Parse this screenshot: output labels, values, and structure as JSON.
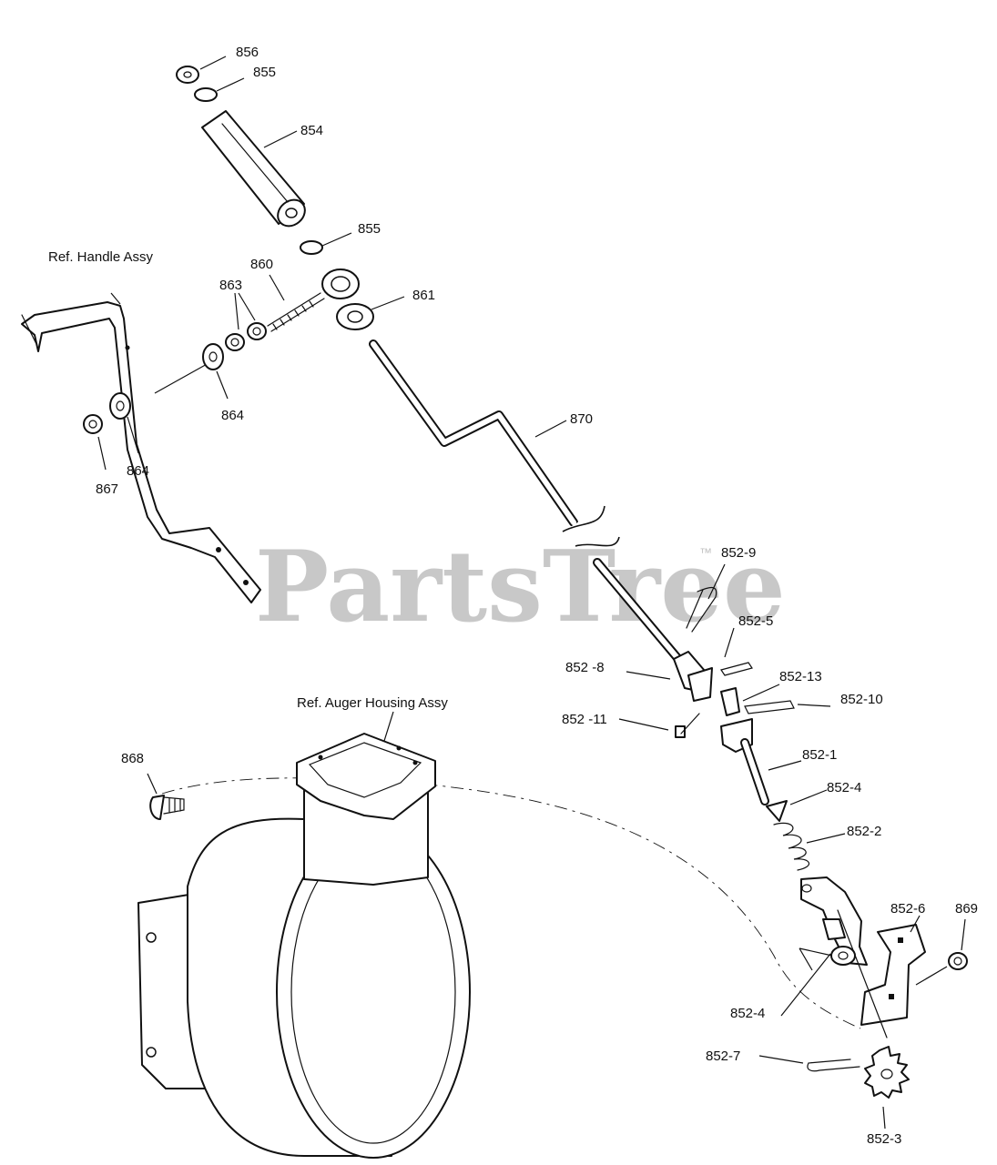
{
  "watermark": {
    "text": "PartsTree",
    "tm": "™"
  },
  "references": {
    "handle": "Ref. Handle Assy",
    "auger_housing": "Ref. Auger Housing Assy"
  },
  "callouts": {
    "p856": "856",
    "p855_top": "855",
    "p854": "854",
    "p855_mid": "855",
    "p860": "860",
    "p863": "863",
    "p861": "861",
    "p864_top": "864",
    "p864_bot": "864",
    "p867": "867",
    "p870": "870",
    "p852_9": "852-9",
    "p852_5": "852-5",
    "p852_8": "852 -8",
    "p852_13": "852-13",
    "p852_10": "852-10",
    "p852_11": "852 -11",
    "p852_1": "852-1",
    "p868": "868",
    "p852_4_top": "852-4",
    "p852_2": "852-2",
    "p852_6": "852-6",
    "p869": "869",
    "p852_4_bot": "852-4",
    "p852_7": "852-7",
    "p852_3": "852-3"
  }
}
